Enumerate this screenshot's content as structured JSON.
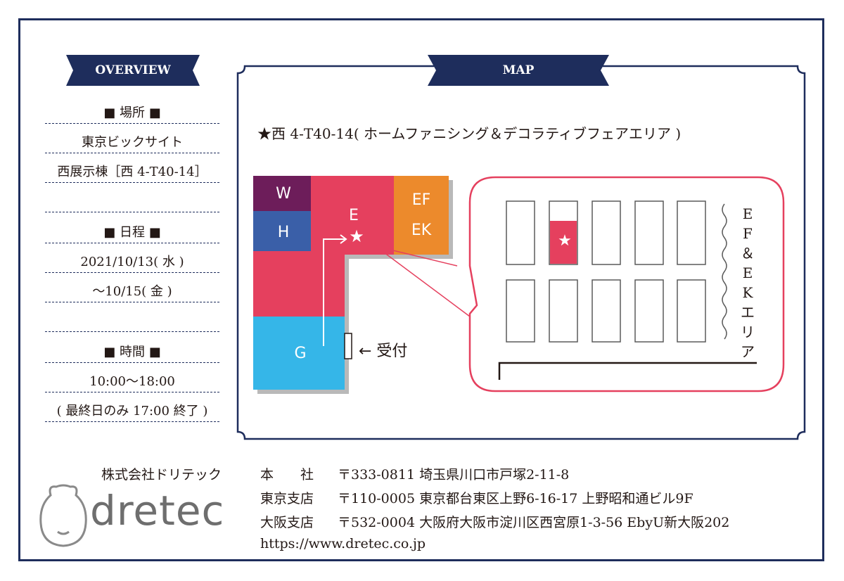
{
  "overview": {
    "heading": "OVERVIEW",
    "place_title": "■ 場所 ■",
    "place_venue": "東京ビックサイト",
    "place_hall": "西展示棟［西 4-T40-14］",
    "date_title": "■ 日程 ■",
    "date_start": "2021/10/13( 水 )",
    "date_end": "～10/15( 金 )",
    "time_title": "■ 時間 ■",
    "time_range": "10:00～18:00",
    "time_note": "( 最終日のみ 17:00 終了 )"
  },
  "map": {
    "heading": "MAP",
    "booth_caption": "★西 4-T40-14( ホームファニシング＆デコラティブフェアエリア )",
    "areas": {
      "w": "W",
      "h": "H",
      "e": "E",
      "g": "G",
      "ef": "EF",
      "ek": "EK"
    },
    "star": "★",
    "reception": "← 受付",
    "zoom_area_label": [
      "E",
      "F",
      "＆",
      "E",
      "K",
      "エ",
      "リ",
      "ア"
    ],
    "colors": {
      "w": "#6d1d5a",
      "h": "#3a5fa8",
      "e": "#e5405e",
      "g": "#35b6e8",
      "efek": "#ec8a2c",
      "navy": "#1e2d5c"
    }
  },
  "company": {
    "name": "株式会社ドリテック",
    "logo": "dretec",
    "offices": [
      {
        "label": "本　　社",
        "address": "〒333-0811 埼玉県川口市戸塚2-11-8"
      },
      {
        "label": "東京支店",
        "address": "〒110-0005 東京都台東区上野6-16-17 上野昭和通ビル9F"
      },
      {
        "label": "大阪支店",
        "address": "〒532-0004 大阪府大阪市淀川区西宮原1-3-56 EbyU新大阪202"
      }
    ],
    "url": "https://www.dretec.co.jp"
  }
}
